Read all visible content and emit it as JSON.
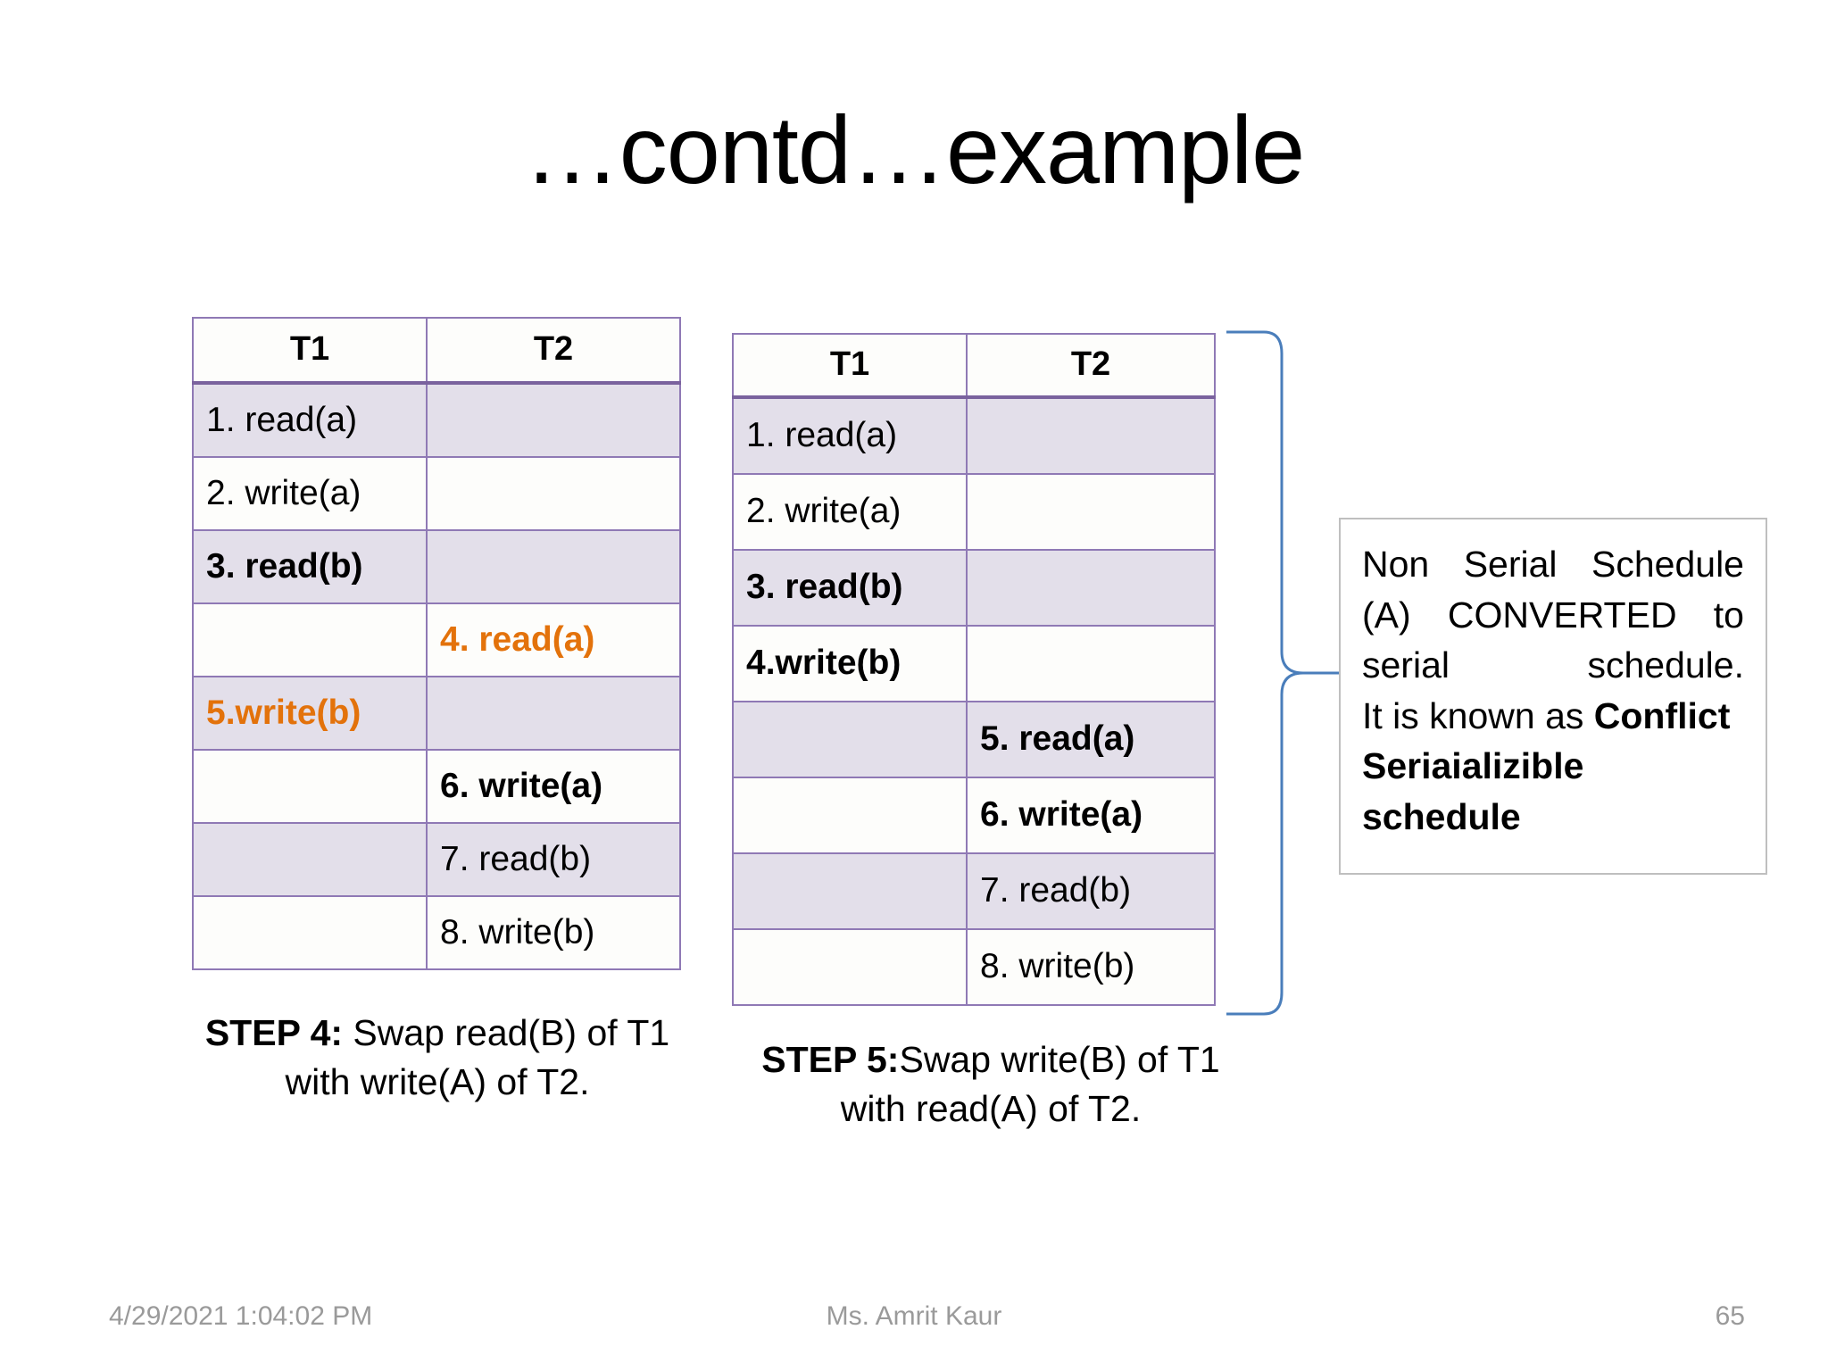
{
  "slide": {
    "title": "…contd…example",
    "page_number": "65"
  },
  "footer": {
    "date": "4/29/2021 1:04:02 PM",
    "author": "Ms. Amrit Kaur",
    "page": "65"
  },
  "tables": [
    {
      "id": "step4",
      "headers": [
        "T1",
        "T2"
      ],
      "rows": [
        {
          "t1": "1. read(a)",
          "t2": "",
          "t1_style": "plain",
          "t2_style": "plain",
          "shaded": true
        },
        {
          "t1": "2. write(a)",
          "t2": "",
          "t1_style": "plain",
          "t2_style": "plain",
          "shaded": false
        },
        {
          "t1": "3. read(b)",
          "t2": "",
          "t1_style": "bold",
          "t2_style": "plain",
          "shaded": true
        },
        {
          "t1": "",
          "t2": "4. read(a)",
          "t1_style": "plain",
          "t2_style": "orange",
          "shaded": false
        },
        {
          "t1": "5.write(b)",
          "t2": "",
          "t1_style": "orange",
          "t2_style": "plain",
          "shaded": true
        },
        {
          "t1": "",
          "t2": "6. write(a)",
          "t1_style": "plain",
          "t2_style": "bold",
          "shaded": false
        },
        {
          "t1": "",
          "t2": "7. read(b)",
          "t1_style": "plain",
          "t2_style": "plain",
          "shaded": true
        },
        {
          "t1": "",
          "t2": "8. write(b)",
          "t1_style": "plain",
          "t2_style": "plain",
          "shaded": false
        }
      ],
      "caption_label": "STEP 4:",
      "caption_text": " Swap read(B) of T1 with write(A) of T2."
    },
    {
      "id": "step5",
      "headers": [
        "T1",
        "T2"
      ],
      "rows": [
        {
          "t1": "1. read(a)",
          "t2": "",
          "t1_style": "plain",
          "t2_style": "plain",
          "shaded": true
        },
        {
          "t1": "2. write(a)",
          "t2": "",
          "t1_style": "plain",
          "t2_style": "plain",
          "shaded": false
        },
        {
          "t1": "3. read(b)",
          "t2": "",
          "t1_style": "bold",
          "t2_style": "plain",
          "shaded": true
        },
        {
          "t1": "4.write(b)",
          "t2": "",
          "t1_style": "bold",
          "t2_style": "plain",
          "shaded": false
        },
        {
          "t1": "",
          "t2": "5. read(a)",
          "t1_style": "plain",
          "t2_style": "bold",
          "shaded": true
        },
        {
          "t1": "",
          "t2": "6. write(a)",
          "t1_style": "plain",
          "t2_style": "bold",
          "shaded": false
        },
        {
          "t1": "",
          "t2": "7. read(b)",
          "t1_style": "plain",
          "t2_style": "plain",
          "shaded": true
        },
        {
          "t1": "",
          "t2": "8. write(b)",
          "t1_style": "plain",
          "t2_style": "plain",
          "shaded": false
        }
      ],
      "caption_label": "STEP 5:",
      "caption_text": "Swap write(B) of T1 with read(A) of T2."
    }
  ],
  "callout": {
    "line1": "Non Serial Schedule (A) CONVERTED to serial schedule.",
    "line2_prefix": "It is known as ",
    "line2_bold": "Conflict Seriaializible schedule"
  },
  "colors": {
    "table_border": "#8F79B5",
    "table_header_border": "#7A629E",
    "row_shaded": "#E3DFEA",
    "row_plain": "#FDFDFB",
    "highlight_orange": "#E3720B",
    "brace_blue": "#4A7EBB",
    "callout_border": "#BFBFBF",
    "footer_gray": "#9A9A9A"
  }
}
